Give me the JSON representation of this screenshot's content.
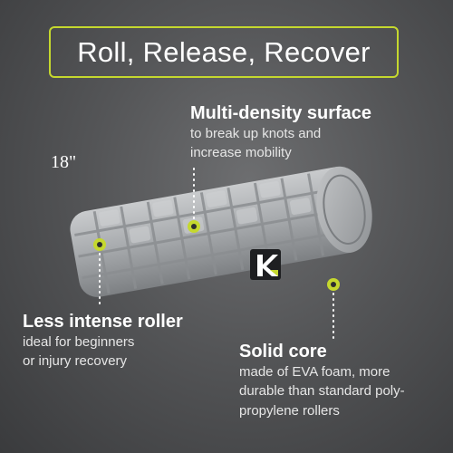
{
  "headline": "Roll, Release, Recover",
  "size_label": "18\"",
  "callouts": {
    "multi_density": {
      "title": "Multi-density surface",
      "desc_lines": [
        "to break up knots and",
        "increase mobility"
      ]
    },
    "less_intense": {
      "title": "Less intense roller",
      "desc_lines": [
        "ideal for beginners",
        "or injury recovery"
      ]
    },
    "solid_core": {
      "title": "Solid core",
      "desc_lines": [
        "made of EVA foam, more",
        "durable than standard poly-",
        "propylene rollers"
      ]
    }
  },
  "colors": {
    "accent": "#c5d82e",
    "background": "#545557",
    "roller": "#a7aaad"
  },
  "icons": {
    "logo": "trigger-point-logo-icon"
  }
}
